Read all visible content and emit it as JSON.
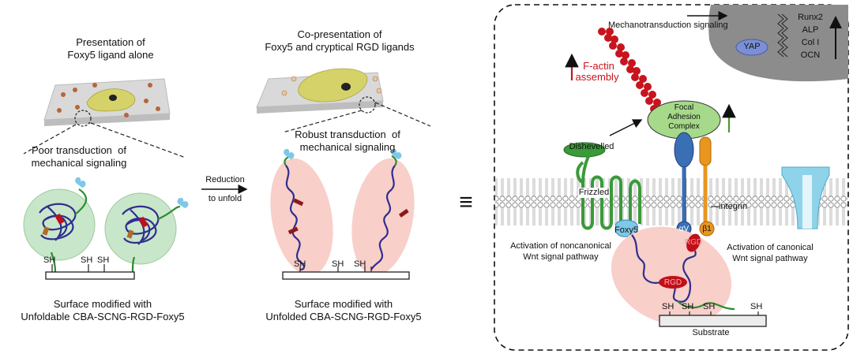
{
  "panel_left": {
    "title_line1": "Presentation of",
    "title_line2": "Foxy5 ligand alone",
    "caption_line1": "Poor transduction  of",
    "caption_line2": "mechanical signaling",
    "sh_labels": [
      "SH",
      "SH",
      "SH"
    ],
    "surface_line1": "Surface modified with",
    "surface_line2": "Unfoldable CBA-SCNG-RGD-Foxy5"
  },
  "arrow": {
    "label_line1": "Reduction",
    "label_line2": "to unfold"
  },
  "panel_middle": {
    "title_line1": "Co-presentation of",
    "title_line2": "Foxy5 and cryptical RGD ligands",
    "caption_line1": "Robust transduction  of",
    "caption_line2": "mechanical signaling",
    "sh_labels": [
      "SH",
      "SH",
      "SH"
    ],
    "surface_line1": "Surface modified with",
    "surface_line2": "Unfolded CBA-SCNG-RGD-Foxy5"
  },
  "equivalence_symbol": "≡",
  "panel_right": {
    "mechanotransduction": "Mechanotransduction signaling",
    "yap": "YAP",
    "markers": [
      "Runx2",
      "ALP",
      "Col I",
      "OCN"
    ],
    "factin_line1": "F-actin",
    "factin_line2": "assembly",
    "fac_line1": "Focal",
    "fac_line2": "Adhesion",
    "fac_line3": "Complex",
    "dishevelled": "Dishevelled",
    "frizzled": "Frizzled",
    "foxy5": "Foxy5",
    "alpha_v": "αV",
    "beta1": "β1",
    "integrin": "integrin",
    "rgd1": "RGD",
    "rgd2": "RGD",
    "noncanonical_line1": "Activation of noncanonical",
    "noncanonical_line2": "Wnt signal pathway",
    "canonical_line1": "Activation of canonical",
    "canonical_line2": "Wnt signal pathway",
    "sh_labels": [
      "SH",
      "SH",
      "SH",
      "SH"
    ],
    "substrate": "Substrate"
  },
  "colors": {
    "green_bubble": "#c8e6c9",
    "pink_bubble": "#f8cfc9",
    "protein_chain": "#2e2e8f",
    "linker_green": "#2e8b2e",
    "rgd_red": "#c0101a",
    "foxy5_blue": "#7ec8e8",
    "factin_red": "#c8141e",
    "fac_green": "#a6d98a",
    "integrin_blue": "#3a6fb5",
    "integrin_orange": "#e8961e",
    "nucleus_gray": "#8c8c8c",
    "yap_blue": "#7b8fd6",
    "cell_yellow": "#d6d26a"
  }
}
